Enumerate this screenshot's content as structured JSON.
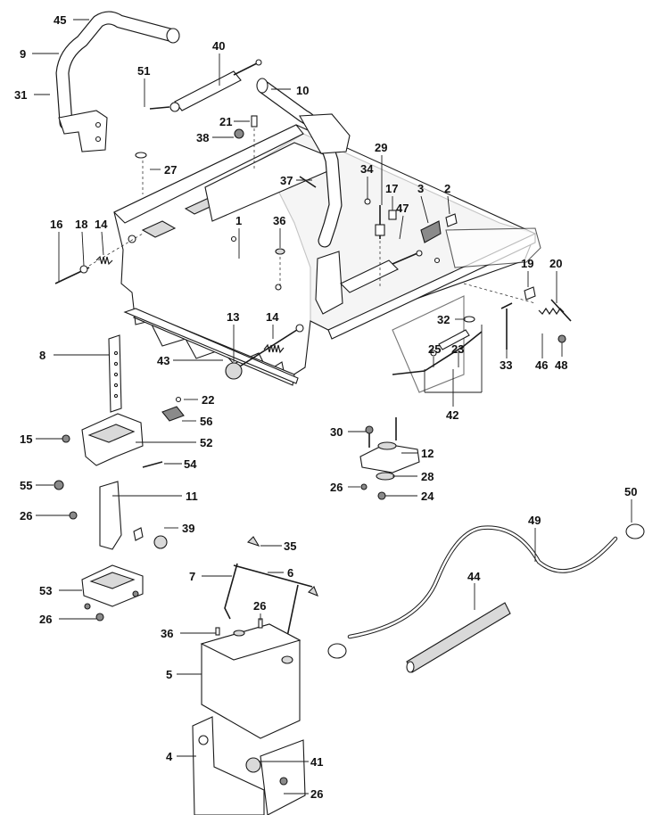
{
  "callouts": [
    {
      "id": "45",
      "label": "45"
    },
    {
      "id": "9",
      "label": "9"
    },
    {
      "id": "31",
      "label": "31"
    },
    {
      "id": "40",
      "label": "40"
    },
    {
      "id": "51",
      "label": "51"
    },
    {
      "id": "10",
      "label": "10"
    },
    {
      "id": "21",
      "label": "21"
    },
    {
      "id": "38",
      "label": "38"
    },
    {
      "id": "27",
      "label": "27"
    },
    {
      "id": "37",
      "label": "37"
    },
    {
      "id": "29",
      "label": "29"
    },
    {
      "id": "34",
      "label": "34"
    },
    {
      "id": "17",
      "label": "17"
    },
    {
      "id": "3",
      "label": "3"
    },
    {
      "id": "2",
      "label": "2"
    },
    {
      "id": "47",
      "label": "47"
    },
    {
      "id": "16",
      "label": "16"
    },
    {
      "id": "18",
      "label": "18"
    },
    {
      "id": "14a",
      "label": "14"
    },
    {
      "id": "1",
      "label": "1"
    },
    {
      "id": "36a",
      "label": "36"
    },
    {
      "id": "19",
      "label": "19"
    },
    {
      "id": "20",
      "label": "20"
    },
    {
      "id": "13",
      "label": "13"
    },
    {
      "id": "14b",
      "label": "14"
    },
    {
      "id": "32",
      "label": "32"
    },
    {
      "id": "8",
      "label": "8"
    },
    {
      "id": "43",
      "label": "43"
    },
    {
      "id": "25",
      "label": "25"
    },
    {
      "id": "23",
      "label": "23"
    },
    {
      "id": "33",
      "label": "33"
    },
    {
      "id": "46",
      "label": "46"
    },
    {
      "id": "48",
      "label": "48"
    },
    {
      "id": "42",
      "label": "42"
    },
    {
      "id": "22",
      "label": "22"
    },
    {
      "id": "56",
      "label": "56"
    },
    {
      "id": "15",
      "label": "15"
    },
    {
      "id": "52",
      "label": "52"
    },
    {
      "id": "30",
      "label": "30"
    },
    {
      "id": "12",
      "label": "12"
    },
    {
      "id": "54",
      "label": "54"
    },
    {
      "id": "28",
      "label": "28"
    },
    {
      "id": "55",
      "label": "55"
    },
    {
      "id": "11",
      "label": "11"
    },
    {
      "id": "26a",
      "label": "26"
    },
    {
      "id": "24",
      "label": "24"
    },
    {
      "id": "50",
      "label": "50"
    },
    {
      "id": "26b",
      "label": "26"
    },
    {
      "id": "39",
      "label": "39"
    },
    {
      "id": "49",
      "label": "49"
    },
    {
      "id": "35",
      "label": "35"
    },
    {
      "id": "7",
      "label": "7"
    },
    {
      "id": "6",
      "label": "6"
    },
    {
      "id": "44",
      "label": "44"
    },
    {
      "id": "53",
      "label": "53"
    },
    {
      "id": "26c",
      "label": "26"
    },
    {
      "id": "26d",
      "label": "26"
    },
    {
      "id": "36b",
      "label": "36"
    },
    {
      "id": "5",
      "label": "5"
    },
    {
      "id": "4",
      "label": "4"
    },
    {
      "id": "41",
      "label": "41"
    },
    {
      "id": "26e",
      "label": "26"
    }
  ]
}
